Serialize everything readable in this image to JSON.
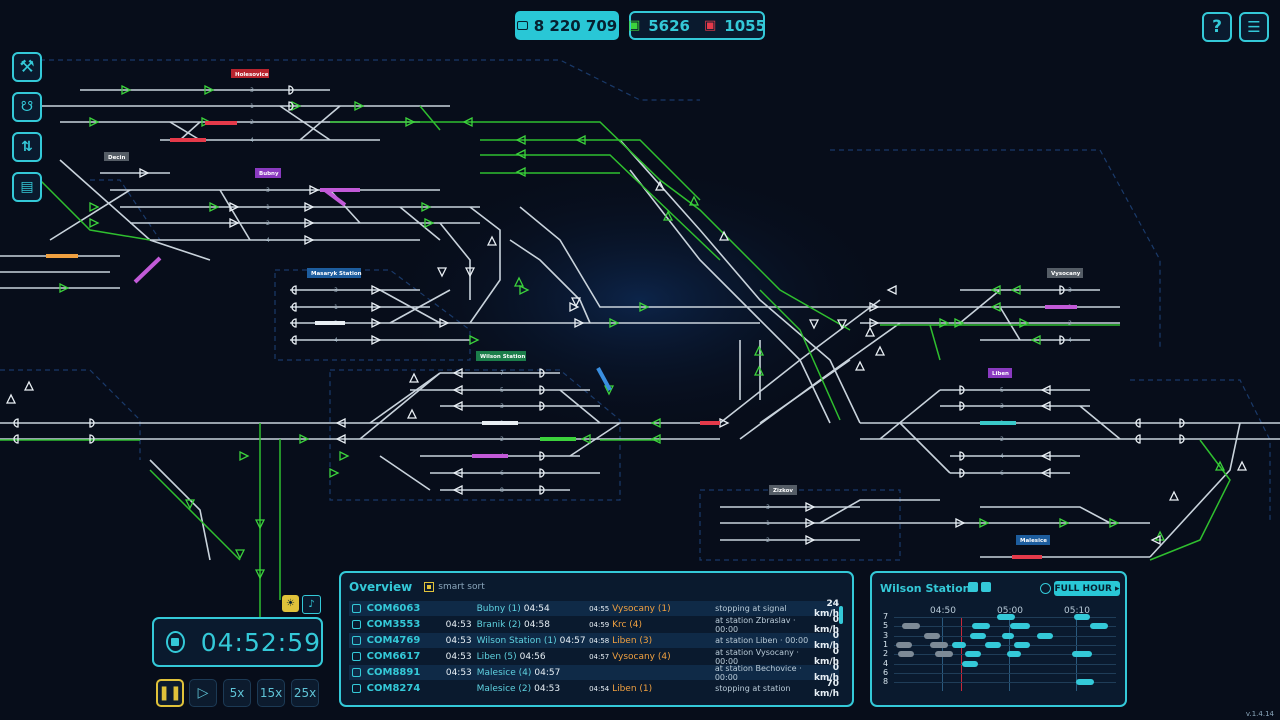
{
  "topbar": {
    "money": "8 220 709",
    "trains_green": "5626",
    "trains_red": "1055"
  },
  "side_tools": [
    "wrench-icon",
    "cart-icon",
    "swap-icon",
    "book-icon"
  ],
  "map_labels": {
    "holesovice": "Holesovice",
    "decin": "Decin",
    "bubny": "Bubny",
    "masaryk": "Masaryk Station",
    "wilson": "Wilson Station",
    "vysocany": "Vysocany",
    "liben": "Liben",
    "zizkov": "Zizkov",
    "malesice": "Malesice"
  },
  "clock": {
    "time": "04:52:59"
  },
  "speeds": {
    "x5": "5x",
    "x15": "15x",
    "x25": "25x"
  },
  "overview": {
    "title": "Overview",
    "smart_sort": "smart sort",
    "rows": [
      {
        "id": "COM6063",
        "dep": "",
        "from": "Bubny (1)",
        "from_time": "04:54",
        "arr_time": "04:55",
        "to": "Vysocany (1)",
        "status": "stopping at signal",
        "speed": "24 km/h"
      },
      {
        "id": "COM3553",
        "dep": "04:53",
        "from": "Branik (2)",
        "from_time": "04:58",
        "arr_time": "04:59",
        "to": "Krc (4)",
        "status": "at station Zbraslav · 00:00",
        "speed": "0 km/h"
      },
      {
        "id": "COM4769",
        "dep": "04:53",
        "from": "Wilson Station (1)",
        "from_time": "04:57",
        "arr_time": "04:58",
        "to": "Liben (3)",
        "status": "at station Liben · 00:00",
        "speed": "0 km/h"
      },
      {
        "id": "COM6617",
        "dep": "04:53",
        "from": "Liben (5)",
        "from_time": "04:56",
        "arr_time": "04:57",
        "to": "Vysocany (4)",
        "status": "at station Vysocany · 00:00",
        "speed": "0 km/h"
      },
      {
        "id": "COM8891",
        "dep": "04:53",
        "from": "Malesice (4)",
        "from_time": "04:57",
        "arr_time": "",
        "to": "",
        "status": "at station Bechovice · 00:00",
        "speed": "0 km/h"
      },
      {
        "id": "COM8274",
        "dep": "",
        "from": "Malesice (2)",
        "from_time": "04:53",
        "arr_time": "04:54",
        "to": "Liben (1)",
        "status": "stopping at station",
        "speed": "70 km/h"
      }
    ]
  },
  "station": {
    "title": "Wilson Station",
    "full_hour": "FULL HOUR",
    "times": [
      "04:50",
      "05:00",
      "05:10"
    ],
    "tracks": [
      "7",
      "5",
      "3",
      "1",
      "2",
      "4",
      "6",
      "8"
    ]
  },
  "version": "v.1.4.14",
  "colors": {
    "accent": "#34c9d8",
    "signal_green": "#3cd23c",
    "train_orange": "#f0a040",
    "train_red": "#e53a4a"
  }
}
